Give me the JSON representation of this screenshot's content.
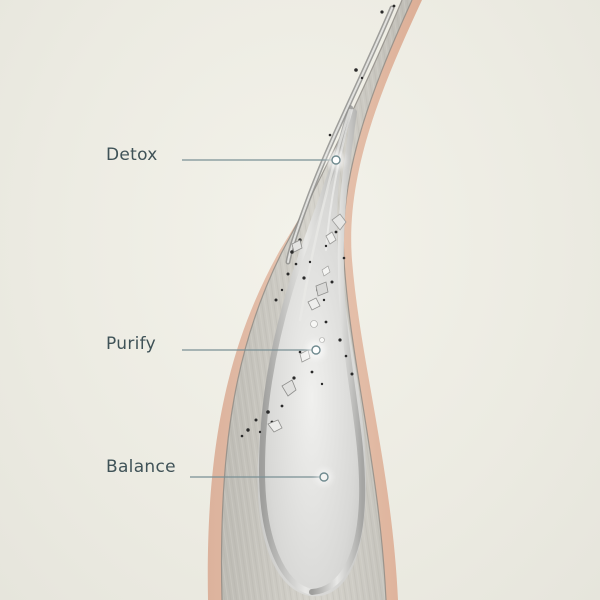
{
  "callouts": [
    {
      "label": "Detox"
    },
    {
      "label": "Purify"
    },
    {
      "label": "Balance"
    }
  ],
  "colors": {
    "background": "#eeede4",
    "outer_skin": "#e3c1ad",
    "tissue": "#cfcdc6",
    "inner_lumen": "#d9d9d7",
    "leader_line": "#7a9095",
    "label_text": "#3f5257",
    "particles": "#2a2a2a"
  },
  "icons": [
    "follicle-cross-section",
    "particle-dots",
    "crystal-fragments",
    "callout-marker-dot"
  ]
}
